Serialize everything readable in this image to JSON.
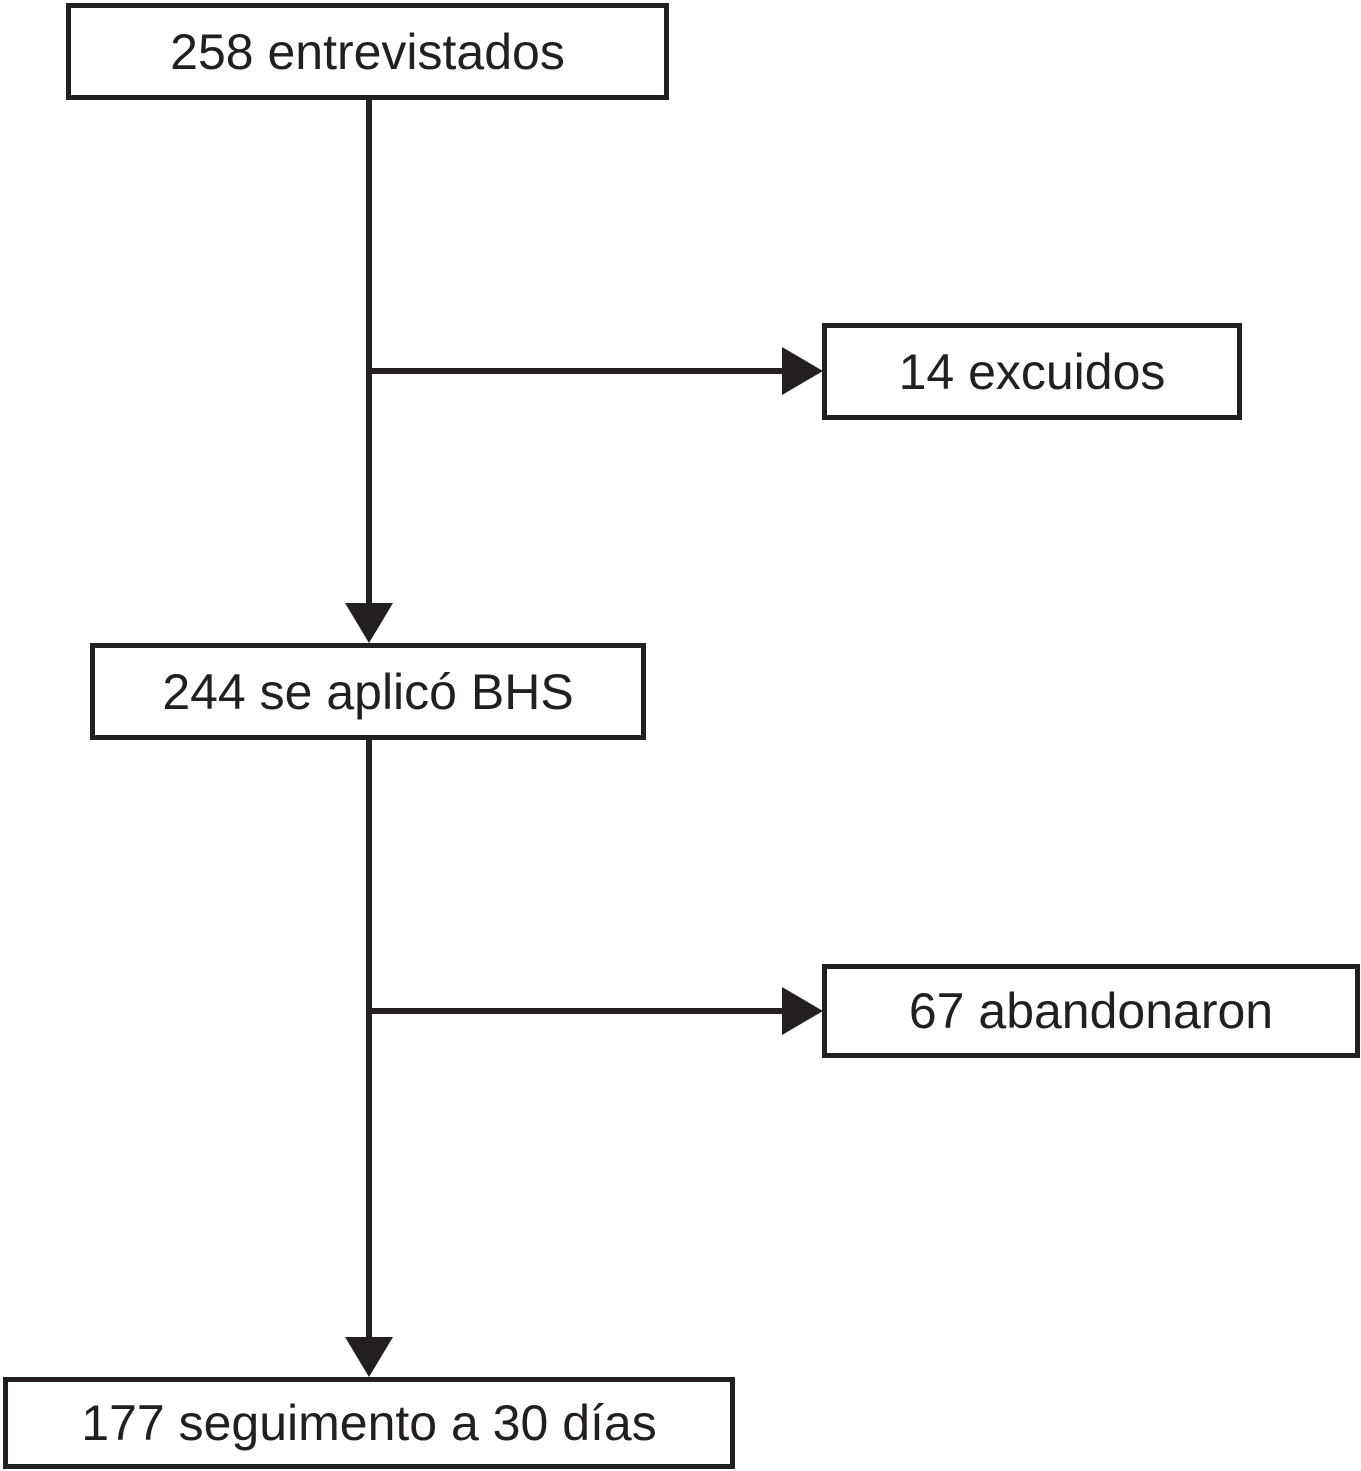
{
  "diagram": {
    "colors": {
      "stroke": "#231f20",
      "text": "#231f20",
      "background": "#ffffff"
    },
    "nodes": {
      "interviewed": "258 entrevistados",
      "excluded": "14 excuidos",
      "bhs_applied": "244 se aplicó BHS",
      "dropped_out": "67 abandonaron",
      "follow_up": "177 seguimento a 30 días"
    },
    "edges": [
      {
        "from": "interviewed",
        "to": "bhs_applied"
      },
      {
        "from": "interviewed",
        "to": "excluded"
      },
      {
        "from": "bhs_applied",
        "to": "follow_up"
      },
      {
        "from": "bhs_applied",
        "to": "dropped_out"
      }
    ]
  }
}
